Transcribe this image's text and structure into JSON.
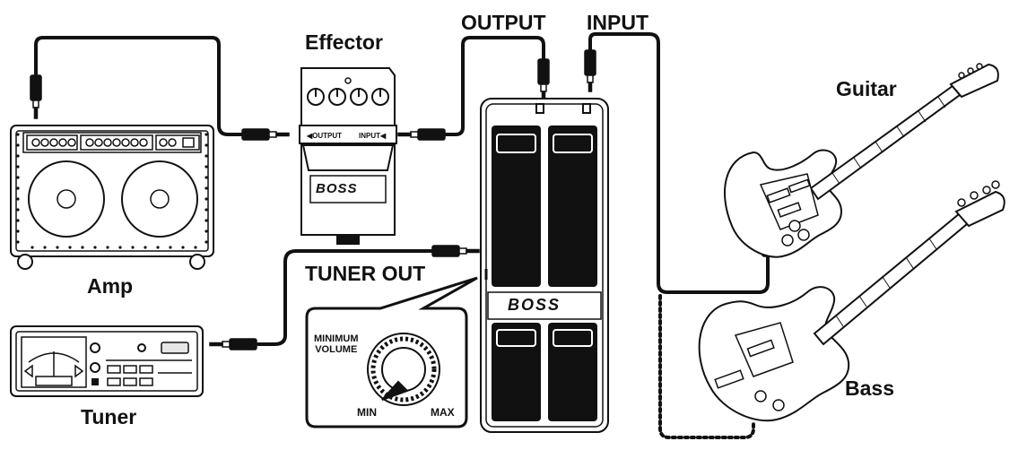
{
  "labels": {
    "effector": "Effector",
    "output": "OUTPUT",
    "input": "INPUT",
    "guitar": "Guitar",
    "amp": "Amp",
    "tuner_out": "TUNER OUT",
    "bass": "Bass",
    "tuner": "Tuner",
    "minimum_volume": "MINIMUM\nVOLUME",
    "min": "MIN",
    "max": "MAX",
    "pedal_output_jack": "OUTPUT",
    "pedal_input_jack": "INPUT",
    "brand_effector": "BOSS",
    "brand_pedal": "BOSS"
  },
  "colors": {
    "ink": "#111111",
    "paper": "#ffffff",
    "panel": "#e6e6e6",
    "shade": "#bdbdbd"
  }
}
